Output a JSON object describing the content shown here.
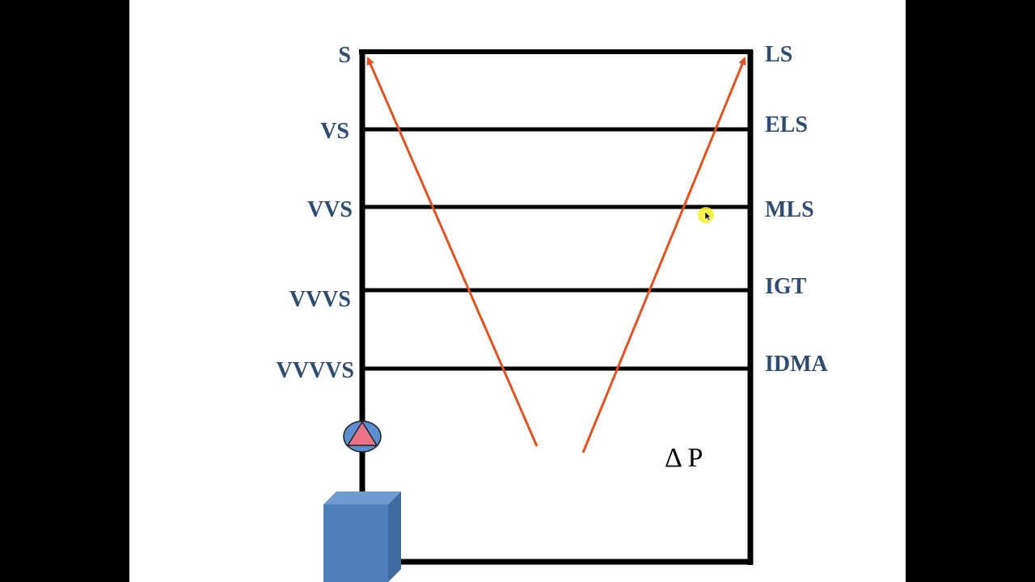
{
  "diagram": {
    "left_labels": [
      {
        "text": "S"
      },
      {
        "text": "VS"
      },
      {
        "text": "VVS"
      },
      {
        "text": "VVVS"
      },
      {
        "text": "VVVVS"
      }
    ],
    "right_labels": [
      {
        "text": "LS"
      },
      {
        "text": "ELS"
      },
      {
        "text": "MLS"
      },
      {
        "text": "IGT"
      },
      {
        "text": "IDMA"
      }
    ],
    "center_label": "Δ P",
    "colors": {
      "label": "#2e4c72",
      "arrow": "#e2521f",
      "line": "#000000",
      "pump_fill": "#5b8fcf",
      "pump_triangle": "#e8738a",
      "tank_front": "#4f7fb8",
      "tank_side": "#3d6aa0",
      "tank_top": "#6f9bd0",
      "cursor_highlight": "#f5f01e"
    },
    "icons": [
      "pump-icon",
      "reservoir-tank-icon",
      "mouse-cursor-icon"
    ]
  }
}
